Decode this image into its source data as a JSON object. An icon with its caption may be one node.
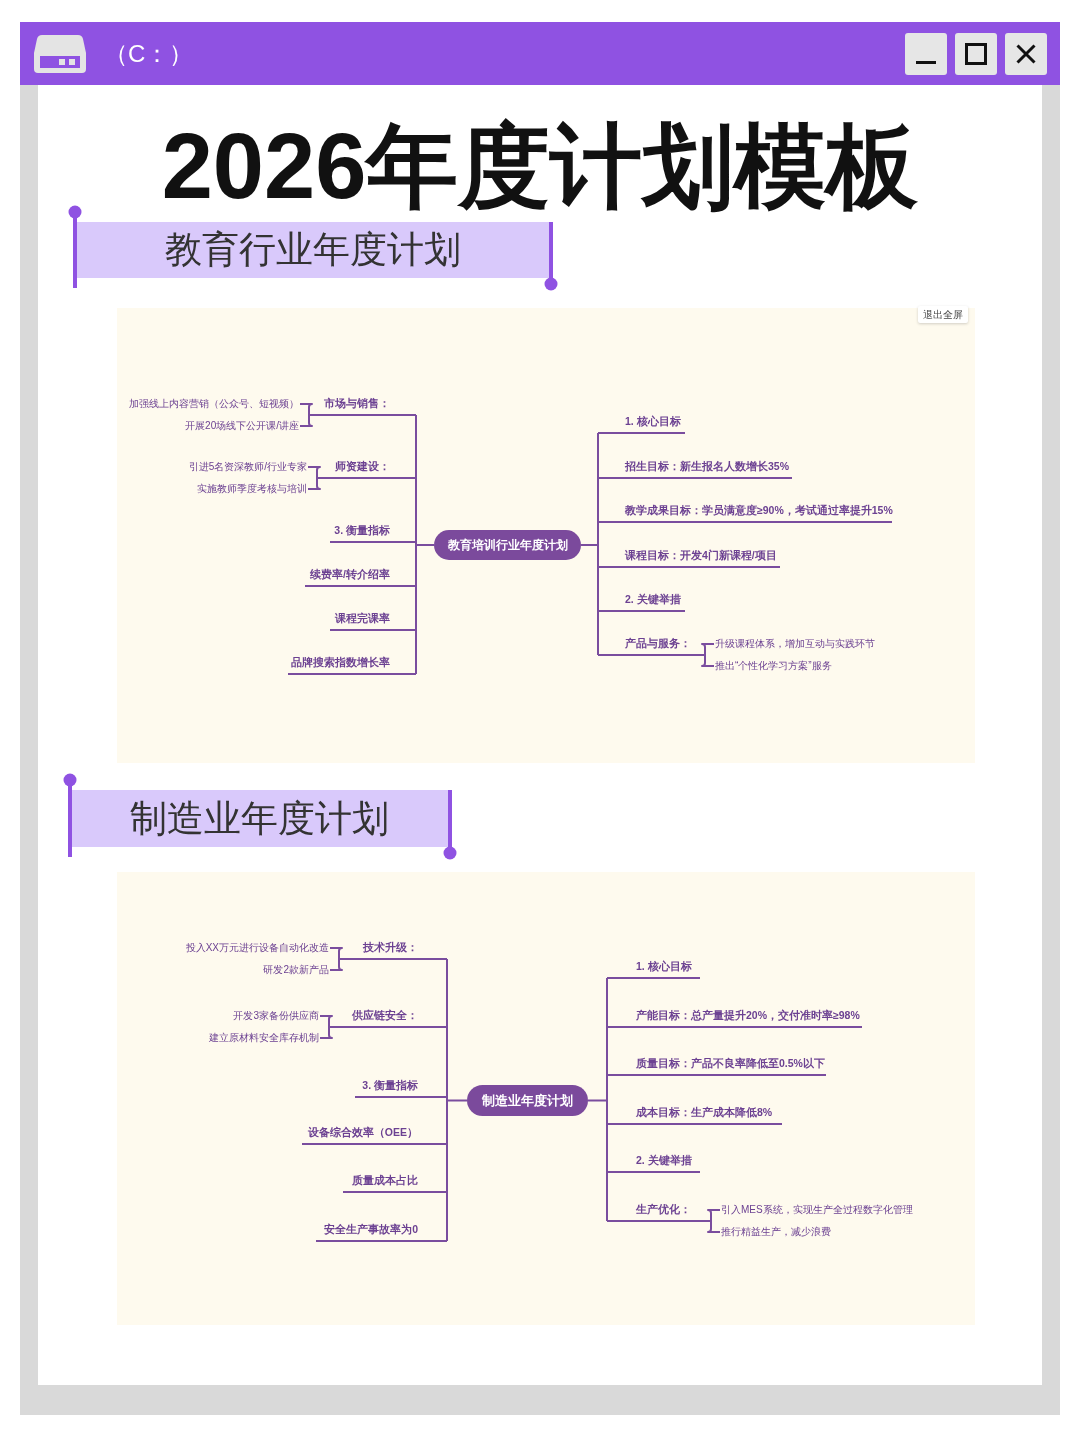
{
  "diagram": {
    "title": "2026年度计划模板",
    "nodes": [
      {
        "text": [
          "教育行业年度计划"
        ]
      },
      {
        "text": [
          "教育培训行业年度计划"
        ]
      },
      {
        "text": [
          "市场与销售："
        ]
      },
      {
        "text": [
          "加强线上内容营销（公众号、短视频）"
        ]
      },
      {
        "text": [
          "开展20场线下公开课/讲座"
        ]
      },
      {
        "text": [
          "师资建设："
        ]
      },
      {
        "text": [
          "引进5名资深教师/行业专家"
        ]
      },
      {
        "text": [
          "实施教师季度考核与培训"
        ]
      },
      {
        "text": [
          "3. 衡量指标"
        ]
      },
      {
        "text": [
          "续费率/转介绍率"
        ]
      },
      {
        "text": [
          "课程完课率"
        ]
      },
      {
        "text": [
          "品牌搜索指数增长率"
        ]
      },
      {
        "text": [
          "1. 核心目标"
        ]
      },
      {
        "text": [
          "招生目标：新生报名人数增长35%"
        ]
      },
      {
        "text": [
          "教学成果目标：学员满意度≥90%，考试通过率提升15%"
        ]
      },
      {
        "text": [
          "课程目标：开发4门新课程/项目"
        ]
      },
      {
        "text": [
          "2. 关键举措"
        ]
      },
      {
        "text": [
          "产品与服务："
        ]
      },
      {
        "text": [
          "升级课程体系，增加互动与实践环节"
        ]
      },
      {
        "text": [
          "推出“个性化学习方案”服务"
        ]
      },
      {
        "text": [
          "制造业年度计划"
        ]
      },
      {
        "text": [
          "制造业年度计划"
        ]
      },
      {
        "text": [
          "技术升级："
        ]
      },
      {
        "text": [
          "投入XX万元进行设备自动化改造"
        ]
      },
      {
        "text": [
          "研发2款新产品"
        ]
      },
      {
        "text": [
          "供应链安全："
        ]
      },
      {
        "text": [
          "开发3家备份供应商"
        ]
      },
      {
        "text": [
          "建立原材料安全库存机制"
        ]
      },
      {
        "text": [
          "3. 衡量指标"
        ]
      },
      {
        "text": [
          "设备综合效率（OEE）"
        ]
      },
      {
        "text": [
          "质量成本占比"
        ]
      },
      {
        "text": [
          "安全生产事故率为0"
        ]
      },
      {
        "text": [
          "1. 核心目标"
        ]
      },
      {
        "text": [
          "产能目标：总产量提升20%，交付准时率≥98%"
        ]
      },
      {
        "text": [
          "质量目标：产品不良率降低至0.5%以下"
        ]
      },
      {
        "text": [
          "成本目标：生产成本降低8%"
        ]
      },
      {
        "text": [
          "2. 关键举措"
        ]
      },
      {
        "text": [
          "生产优化："
        ]
      },
      {
        "text": [
          "引入MES系统，实现生产全过程数字化管理"
        ]
      },
      {
        "text": [
          "推行精益生产，减少浪费"
        ]
      }
    ],
    "edges": [
      {
        "from": 1,
        "to": 2,
        "arrow": "none"
      },
      {
        "from": 2,
        "to": 3,
        "arrow": "none"
      },
      {
        "from": 2,
        "to": 4,
        "arrow": "none"
      },
      {
        "from": 1,
        "to": 5,
        "arrow": "none"
      },
      {
        "from": 5,
        "to": 6,
        "arrow": "none"
      },
      {
        "from": 5,
        "to": 7,
        "arrow": "none"
      },
      {
        "from": 1,
        "to": 8,
        "arrow": "none"
      },
      {
        "from": 1,
        "to": 9,
        "arrow": "none"
      },
      {
        "from": 1,
        "to": 10,
        "arrow": "none"
      },
      {
        "from": 1,
        "to": 11,
        "arrow": "none"
      },
      {
        "from": 1,
        "to": 12,
        "arrow": "none"
      },
      {
        "from": 1,
        "to": 13,
        "arrow": "none"
      },
      {
        "from": 1,
        "to": 14,
        "arrow": "none"
      },
      {
        "from": 1,
        "to": 15,
        "arrow": "none"
      },
      {
        "from": 1,
        "to": 16,
        "arrow": "none"
      },
      {
        "from": 1,
        "to": 17,
        "arrow": "none"
      },
      {
        "from": 17,
        "to": 18,
        "arrow": "none"
      },
      {
        "from": 17,
        "to": 19,
        "arrow": "none"
      },
      {
        "from": 21,
        "to": 22,
        "arrow": "none"
      },
      {
        "from": 22,
        "to": 23,
        "arrow": "none"
      },
      {
        "from": 22,
        "to": 24,
        "arrow": "none"
      },
      {
        "from": 21,
        "to": 25,
        "arrow": "none"
      },
      {
        "from": 25,
        "to": 26,
        "arrow": "none"
      },
      {
        "from": 25,
        "to": 27,
        "arrow": "none"
      },
      {
        "from": 21,
        "to": 28,
        "arrow": "none"
      },
      {
        "from": 21,
        "to": 29,
        "arrow": "none"
      },
      {
        "from": 21,
        "to": 30,
        "arrow": "none"
      },
      {
        "from": 21,
        "to": 31,
        "arrow": "none"
      },
      {
        "from": 21,
        "to": 32,
        "arrow": "none"
      },
      {
        "from": 21,
        "to": 33,
        "arrow": "none"
      },
      {
        "from": 21,
        "to": 34,
        "arrow": "none"
      },
      {
        "from": 21,
        "to": 35,
        "arrow": "none"
      },
      {
        "from": 21,
        "to": 36,
        "arrow": "none"
      },
      {
        "from": 21,
        "to": 37,
        "arrow": "none"
      },
      {
        "from": 37,
        "to": 38,
        "arrow": "none"
      },
      {
        "from": 37,
        "to": 39,
        "arrow": "none"
      }
    ],
    "labels": [
      "（C：）",
      "退出全屏"
    ]
  }
}
